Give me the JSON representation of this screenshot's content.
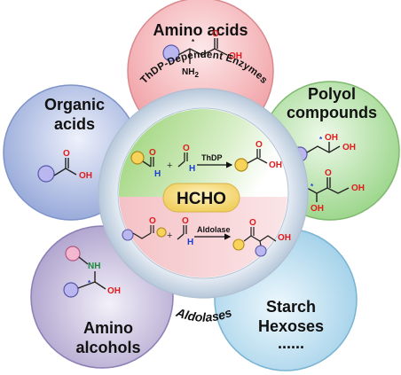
{
  "hub": {
    "center_label": "HCHO",
    "upper_ring_label": "ThDP-Dependent Enzymes",
    "lower_ring_label": "Aldolases"
  },
  "petals": {
    "amino_acids": {
      "title": "Amino acids",
      "color": "#f2a2a6"
    },
    "polyol": {
      "title_line1": "Polyol",
      "title_line2": "compounds",
      "color": "#a9dc9c"
    },
    "organic_acids": {
      "title_line1": "Organic",
      "title_line2": "acids",
      "color": "#9fb0dd"
    },
    "amino_alcohols": {
      "title_line1": "Amino",
      "title_line2": "alcohols",
      "color": "#b3a6cf"
    },
    "starch": {
      "title_line1": "Starch",
      "title_line2": "Hexoses",
      "title_line3": "......",
      "color": "#a6d3ea"
    }
  },
  "reactions": {
    "thdp": {
      "plus": "+",
      "arrow_label": "ThDP",
      "colors": {
        "upper": "#a7d887",
        "lower": "#f6d1d3"
      }
    },
    "aldolase": {
      "plus": "+",
      "arrow_label": "Aldolase"
    }
  },
  "atoms": {
    "O": "O",
    "H": "H",
    "OH": "OH",
    "NH": "NH",
    "NH2": "NH",
    "sub2": "2",
    "star": "*"
  },
  "colors": {
    "oxygen": "#e01b1b",
    "nitrogen": "#1d8a3a",
    "blue_atom": "#1a3fd1",
    "circle_blue": "#b9b6f0",
    "circle_yellow": "#f7d35a",
    "circle_pink": "#f3b7d0",
    "circle_green": "#9fd0a7",
    "hub_ring": "#c4d3e2",
    "center_pill": "#f6dc7a"
  }
}
